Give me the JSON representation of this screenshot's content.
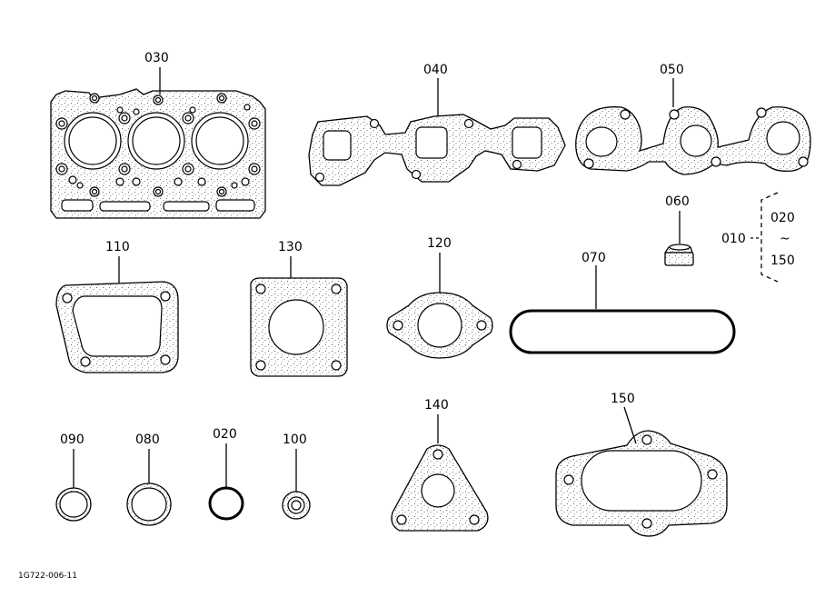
{
  "diagram_code": "1G722-006-11",
  "parts": [
    {
      "id": "part-030",
      "label": "030"
    },
    {
      "id": "part-040",
      "label": "040"
    },
    {
      "id": "part-050",
      "label": "050"
    },
    {
      "id": "part-060",
      "label": "060"
    },
    {
      "id": "part-110",
      "label": "110"
    },
    {
      "id": "part-130",
      "label": "130"
    },
    {
      "id": "part-120",
      "label": "120"
    },
    {
      "id": "part-070",
      "label": "070"
    },
    {
      "id": "part-090",
      "label": "090"
    },
    {
      "id": "part-080",
      "label": "080"
    },
    {
      "id": "part-020",
      "label": "020"
    },
    {
      "id": "part-100",
      "label": "100"
    },
    {
      "id": "part-140",
      "label": "140"
    },
    {
      "id": "part-150",
      "label": "150"
    }
  ],
  "kit": {
    "label": "010",
    "range_from": "020",
    "range_sep": "~",
    "range_to": "150"
  }
}
